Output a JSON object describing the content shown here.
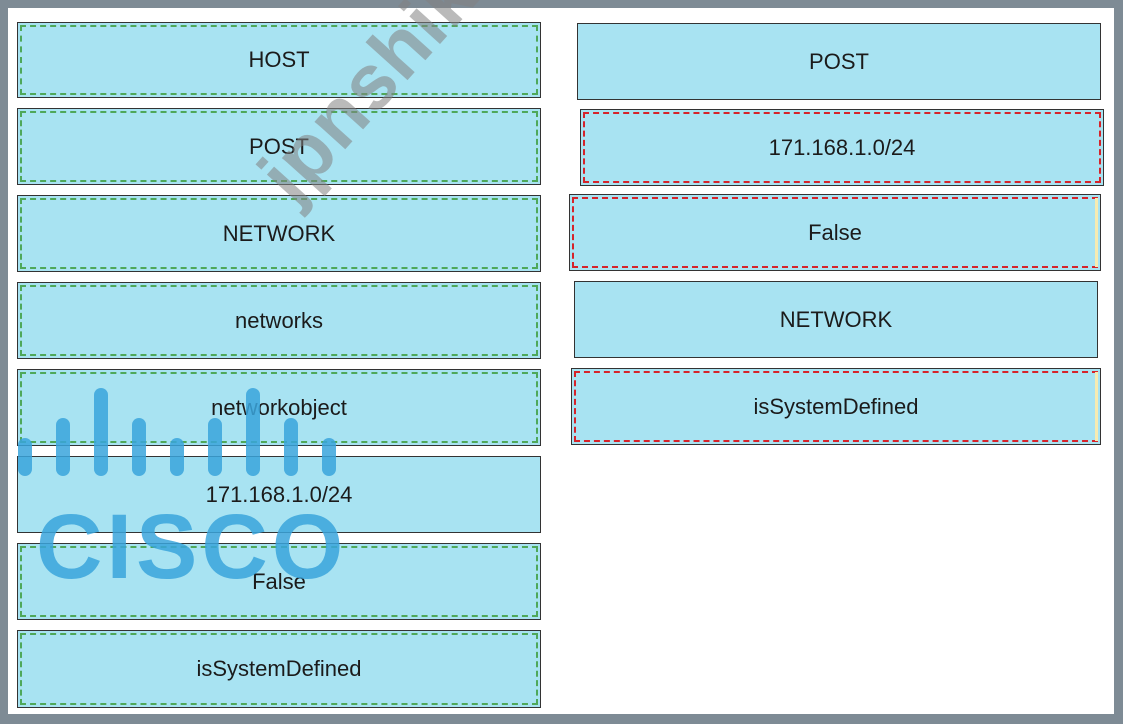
{
  "left_column": {
    "items": [
      {
        "label": "HOST"
      },
      {
        "label": "POST"
      },
      {
        "label": "NETWORK"
      },
      {
        "label": "networks"
      },
      {
        "label": "networkobject"
      },
      {
        "label": "171.168.1.0/24"
      },
      {
        "label": "False"
      },
      {
        "label": "isSystemDefined"
      }
    ]
  },
  "right_column": {
    "items": [
      {
        "label": "POST"
      },
      {
        "label": "171.168.1.0/24"
      },
      {
        "label": "False"
      },
      {
        "label": "NETWORK"
      },
      {
        "label": "isSystemDefined"
      }
    ]
  },
  "watermark": "jpnshiken.com",
  "logo": "CISCO",
  "colors": {
    "tile_fill": "#a8e3f2",
    "green_dash": "#4ea85a",
    "red_dash": "#d6232a",
    "logo_blue": "#3aa5dc",
    "frame_bg": "#7e8b95"
  }
}
